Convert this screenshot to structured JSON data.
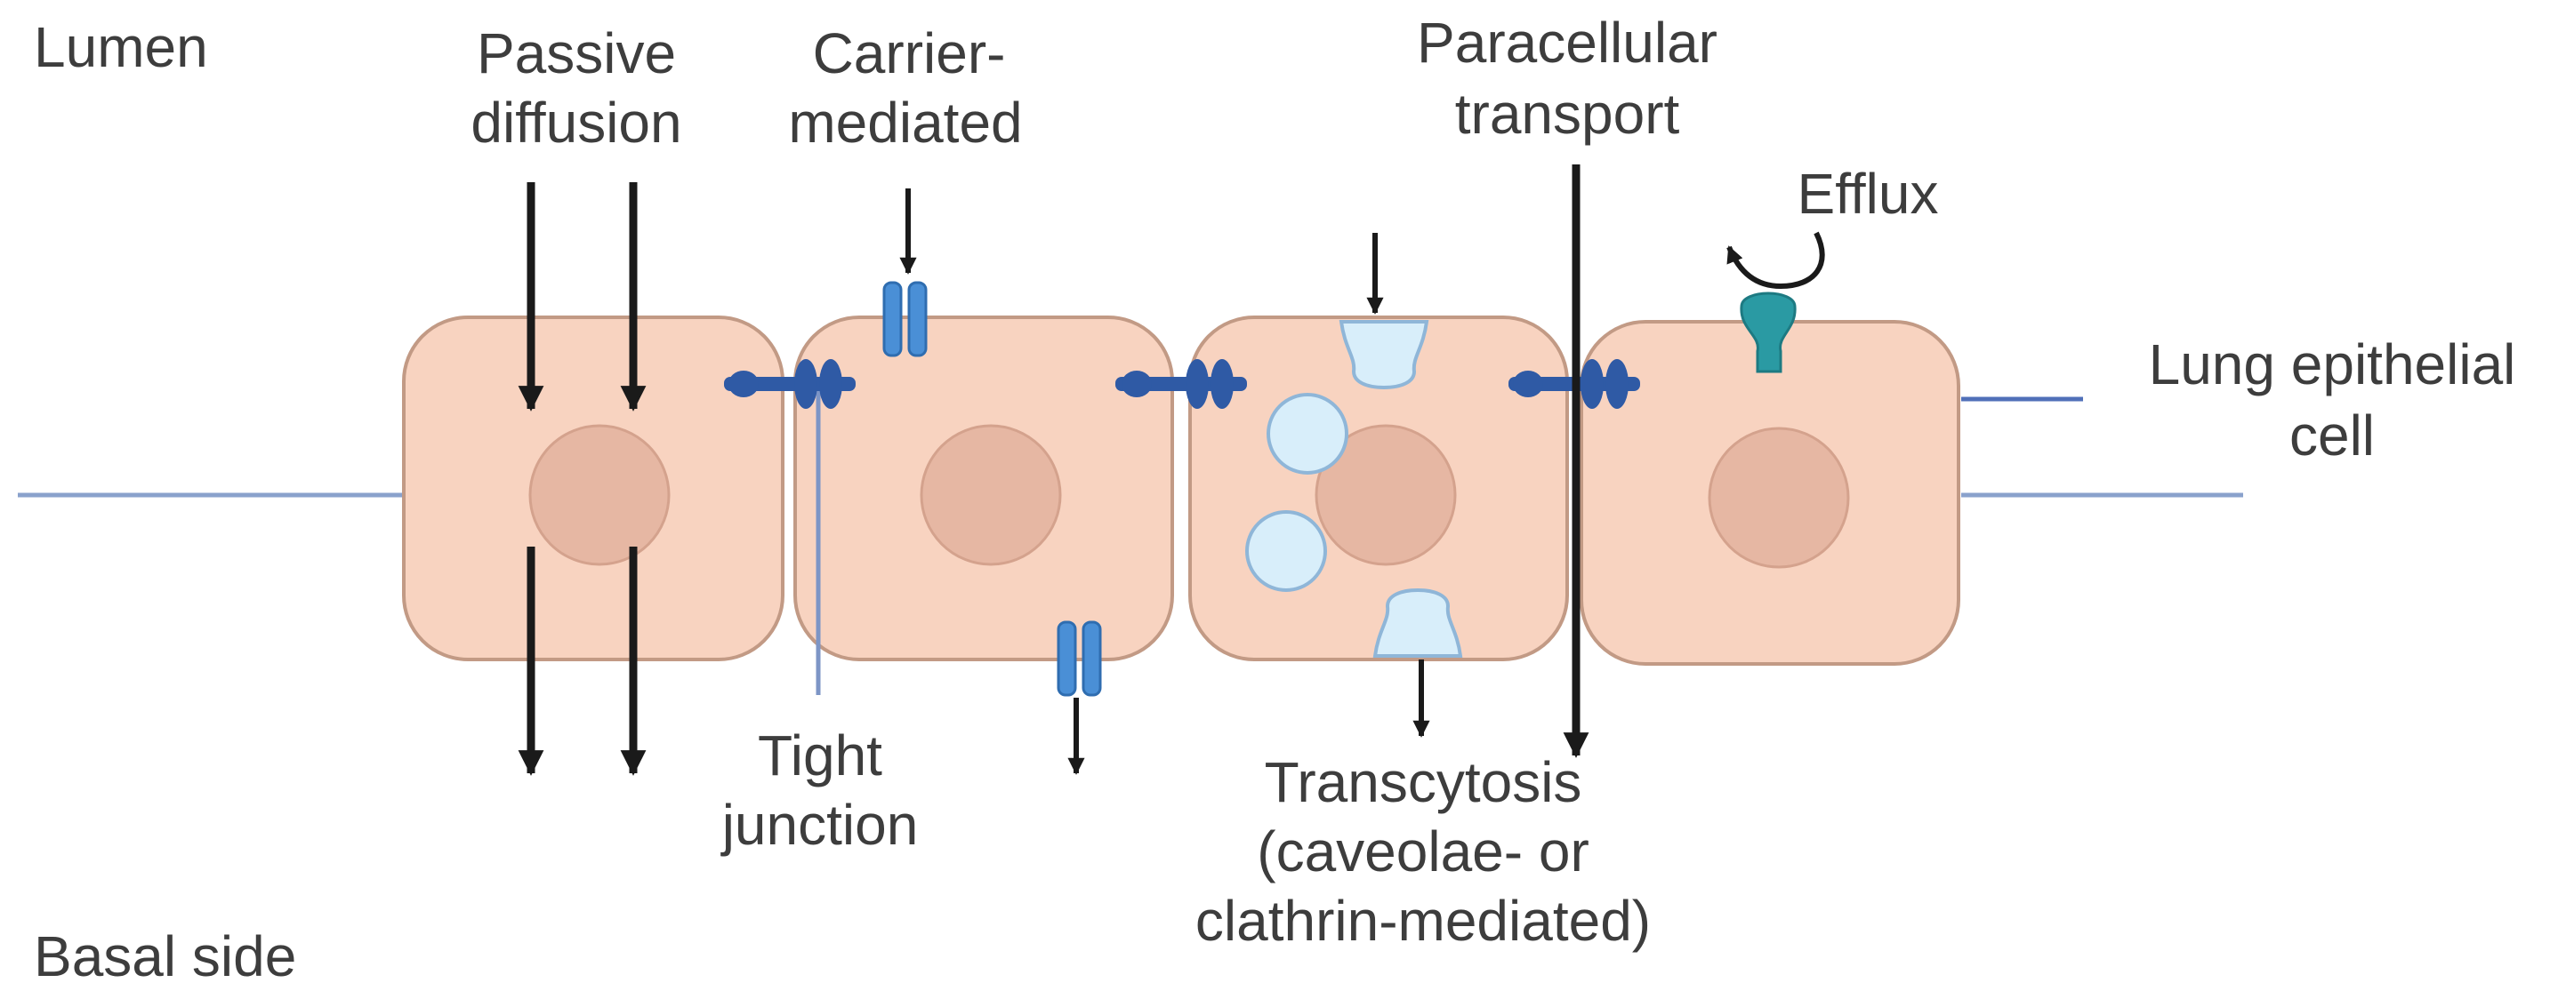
{
  "labels": {
    "lumen": "Lumen",
    "basal_side": "Basal side",
    "passive_line1": "Passive",
    "passive_line2": "diffusion",
    "carrier_line1": "Carrier-",
    "carrier_line2": "mediated",
    "paracellular_line1": "Paracellular",
    "paracellular_line2": "transport",
    "efflux": "Efflux",
    "lung_line1": "Lung epithelial",
    "lung_line2": "cell",
    "tight_line1": "Tight",
    "tight_line2": "junction",
    "transcytosis_line1": "Transcytosis",
    "transcytosis_line2": "(caveolae- or",
    "transcytosis_line3": "clathrin-mediated)"
  },
  "colors": {
    "cell_fill": "#f8d3c0",
    "cell_stroke": "#c29a85",
    "nucleus_fill": "#e6b7a3",
    "membrane_line": "#8aa2cc",
    "tight_junction": "#2f5aa5",
    "carrier": "#4a8fd6",
    "vesicle_fill": "#d8eefa",
    "vesicle_stroke": "#8fb6d8",
    "efflux_pump": "#2a9aa3",
    "arrow": "#1a1a1a",
    "text": "#3d3d3d"
  }
}
